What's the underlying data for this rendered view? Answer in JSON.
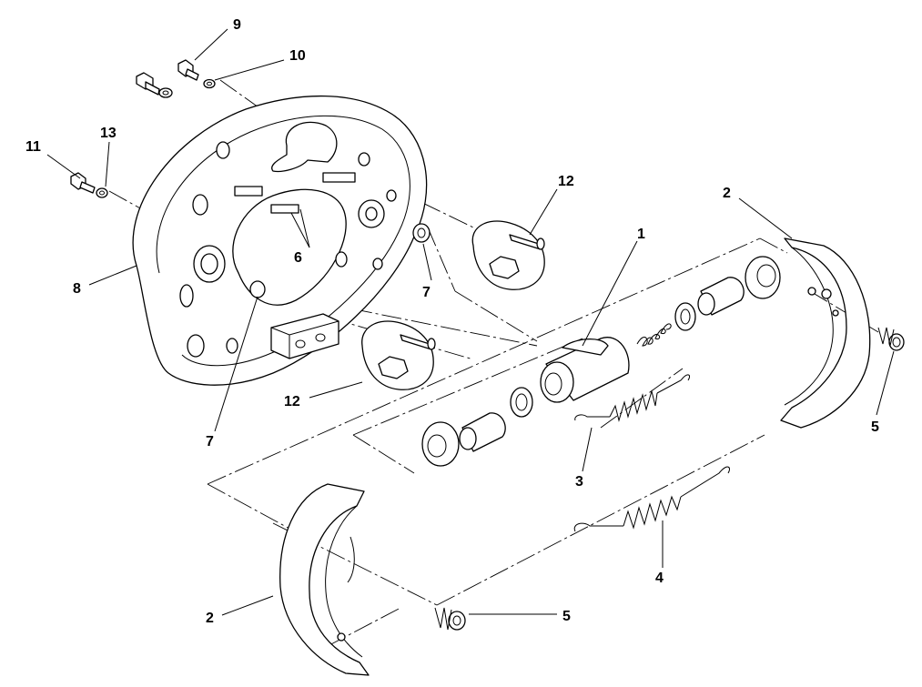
{
  "diagram": {
    "callouts": [
      {
        "key": "part-9",
        "label": "9"
      },
      {
        "key": "part-10",
        "label": "10"
      },
      {
        "key": "part-11",
        "label": "11"
      },
      {
        "key": "part-13",
        "label": "13"
      },
      {
        "key": "part-12-top",
        "label": "12"
      },
      {
        "key": "part-2-top",
        "label": "2"
      },
      {
        "key": "part-1",
        "label": "1"
      },
      {
        "key": "part-6",
        "label": "6"
      },
      {
        "key": "part-7-right",
        "label": "7"
      },
      {
        "key": "part-8",
        "label": "8"
      },
      {
        "key": "part-12-bottom",
        "label": "12"
      },
      {
        "key": "part-7-bottom",
        "label": "7"
      },
      {
        "key": "part-5-right",
        "label": "5"
      },
      {
        "key": "part-3",
        "label": "3"
      },
      {
        "key": "part-4",
        "label": "4"
      },
      {
        "key": "part-2-bottom",
        "label": "2"
      },
      {
        "key": "part-5-bottom",
        "label": "5"
      }
    ]
  }
}
